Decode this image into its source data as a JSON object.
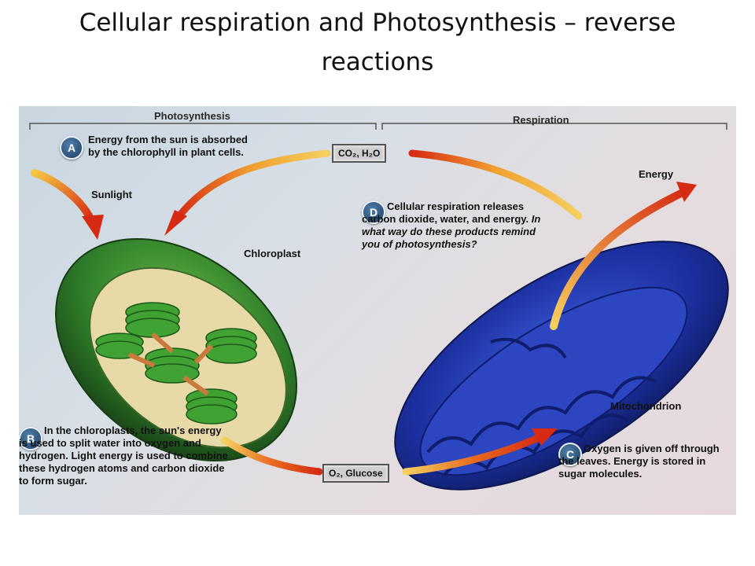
{
  "slide": {
    "title": "Cellular respiration and Photosynthesis – reverse reactions"
  },
  "diagram": {
    "section_photosynthesis": "Photosynthesis",
    "section_respiration": "Respiration",
    "box_top": "CO₂, H₂O",
    "box_bottom": "O₂, Glucose",
    "label_sunlight": "Sunlight",
    "label_energy": "Energy",
    "label_chloroplast": "Chloroplast",
    "label_mitochondrion": "Mitochondrion",
    "step_a": {
      "letter": "A",
      "text": "Energy from the sun is absorbed by the chlorophyll in plant cells."
    },
    "step_b": {
      "letter": "B",
      "text": "In the chloroplasts, the sun's energy is used to split water into oxygen and hydrogen. Light energy is used to combine these hydrogen atoms and carbon dioxide to form sugar."
    },
    "step_c": {
      "letter": "C",
      "text": "Oxygen is given off through the leaves. Energy is stored in sugar molecules."
    },
    "step_d": {
      "letter": "D",
      "text": "Cellular respiration releases carbon dioxide, water, and energy.",
      "question": "In what way do these products remind you of photosynthesis?"
    },
    "colors": {
      "arrow_start": "#f5c542",
      "arrow_end": "#d62a12",
      "chloroplast": "#2f7d2a",
      "mitochondrion": "#1b2f9e"
    }
  }
}
